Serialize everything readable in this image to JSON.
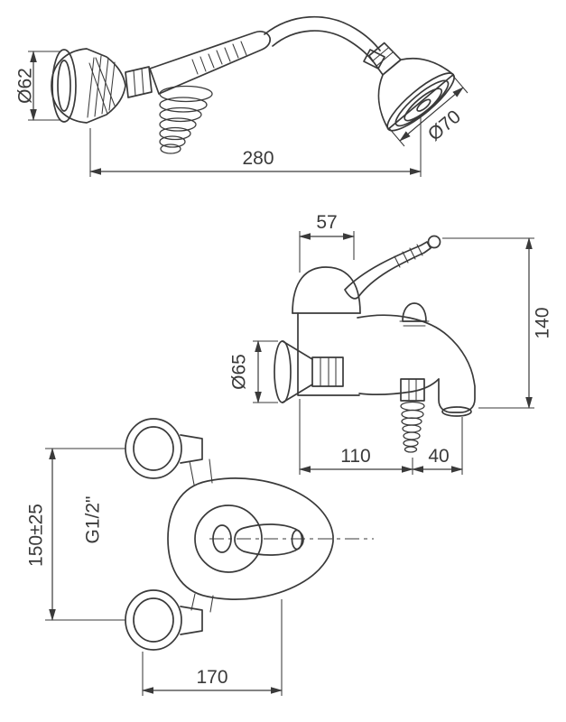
{
  "drawing": {
    "background": "#ffffff",
    "ink": "#3a3a3a",
    "views": {
      "handshower": {
        "label": "hand-shower-with-hose",
        "dia_small": "Ø62",
        "dia_large": "Ø70",
        "hose_length": "280"
      },
      "side": {
        "label": "bath-mixer-side-view",
        "top_width": "57",
        "height": "140",
        "flange_dia": "Ø65",
        "reach": "110",
        "nose": "40"
      },
      "front": {
        "label": "wall-mixer-front-view",
        "thread": "G1/2\"",
        "centres": "150±25",
        "width": "170"
      }
    }
  }
}
